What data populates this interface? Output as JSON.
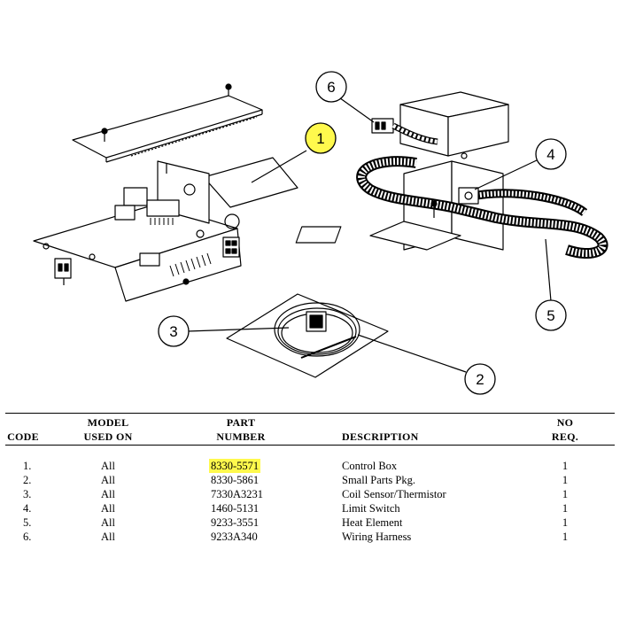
{
  "callouts": [
    "1",
    "2",
    "3",
    "4",
    "5",
    "6"
  ],
  "highlight_color": "#fff94d",
  "table": {
    "headers": {
      "code": "CODE",
      "model_line1": "MODEL",
      "model_line2": "USED ON",
      "part_line1": "PART",
      "part_line2": "NUMBER",
      "description": "DESCRIPTION",
      "req_line1": "NO",
      "req_line2": "REQ."
    },
    "rows": [
      {
        "code": "1.",
        "model": "All",
        "part": "8330-5571",
        "description": "Control Box",
        "req": "1",
        "highlighted": true
      },
      {
        "code": "2.",
        "model": "All",
        "part": "8330-5861",
        "description": "Small Parts Pkg.",
        "req": "1",
        "highlighted": false
      },
      {
        "code": "3.",
        "model": "All",
        "part": "7330A3231",
        "description": "Coil Sensor/Thermistor",
        "req": "1",
        "highlighted": false
      },
      {
        "code": "4.",
        "model": "All",
        "part": "1460-5131",
        "description": "Limit Switch",
        "req": "1",
        "highlighted": false
      },
      {
        "code": "5.",
        "model": "All",
        "part": "9233-3551",
        "description": "Heat Element",
        "req": "1",
        "highlighted": false
      },
      {
        "code": "6.",
        "model": "All",
        "part": "9233A340",
        "description": "Wiring Harness",
        "req": "1",
        "highlighted": false
      }
    ]
  }
}
